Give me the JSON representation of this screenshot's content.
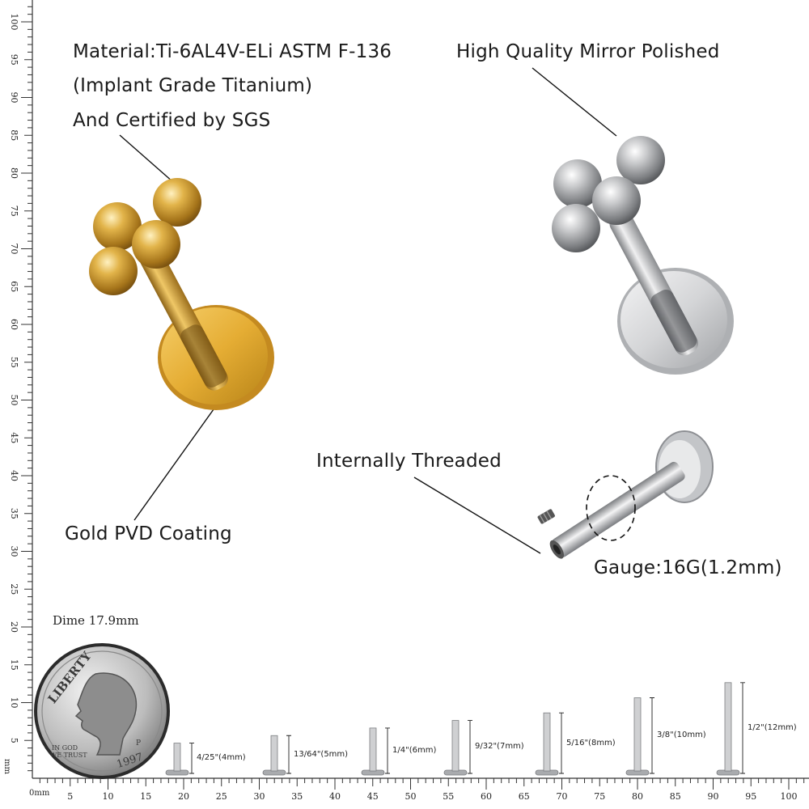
{
  "callouts": {
    "material_line1": "Material:Ti-6AL4V-ELi ASTM F-136",
    "material_line2": "(Implant Grade Titanium)",
    "material_line3": "And Certified by SGS",
    "mirror": "High Quality Mirror Polished",
    "threaded": "Internally Threaded",
    "gold": "Gold PVD Coating",
    "gauge": "Gauge:16G(1.2mm)"
  },
  "dime": {
    "label": "Dime 17.9mm",
    "text_liberty": "LIBERTY",
    "text_motto1": "IN GOD",
    "text_motto2": "WE TRUST",
    "text_year": "1997",
    "text_mint": "P"
  },
  "ruler": {
    "unit_start": "0mm",
    "unit_vertical": "mm",
    "ticks": [
      5,
      10,
      15,
      20,
      25,
      30,
      35,
      40,
      45,
      50,
      55,
      60,
      65,
      70,
      75,
      80,
      85,
      90,
      95,
      100
    ]
  },
  "sizes": [
    {
      "label": "4/25\"(4mm)",
      "mm": 4
    },
    {
      "label": "13/64\"(5mm)",
      "mm": 5
    },
    {
      "label": "1/4\"(6mm)",
      "mm": 6
    },
    {
      "label": "9/32\"(7mm)",
      "mm": 7
    },
    {
      "label": "5/16\"(8mm)",
      "mm": 8
    },
    {
      "label": "3/8\"(10mm)",
      "mm": 10
    },
    {
      "label": "1/2\"(12mm)",
      "mm": 12
    }
  ],
  "colors": {
    "gold": "#c9962a",
    "silver": "#b9babc",
    "line": "#111111"
  }
}
